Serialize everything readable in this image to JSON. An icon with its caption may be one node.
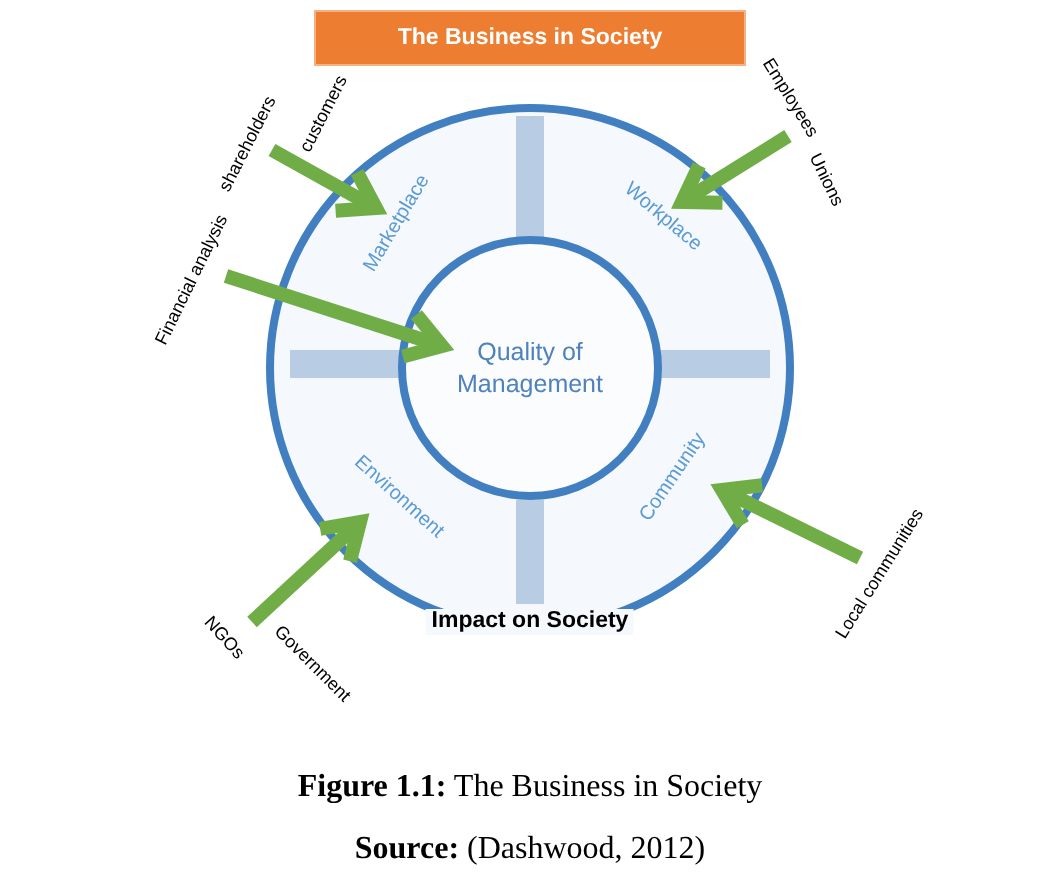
{
  "diagram": {
    "caption": "**Figure 1.1:** The Business in Society",
    "nodes": [
      {
        "text": [
          "The Business in Society"
        ]
      },
      {
        "text": [
          "customers"
        ]
      },
      {
        "text": [
          "shareholders"
        ]
      },
      {
        "text": [
          "Financial analysis"
        ]
      },
      {
        "text": [
          "Employees"
        ]
      },
      {
        "text": [
          "Unions"
        ]
      },
      {
        "text": [
          "Impact on Society"
        ]
      },
      {
        "text": [
          "Marketplace"
        ],
        "in": 6
      },
      {
        "text": [
          "Workplace"
        ],
        "in": 6
      },
      {
        "text": [
          "Quality of Management"
        ],
        "in": 6
      },
      {
        "text": [
          "Environment"
        ],
        "in": 6
      },
      {
        "text": [
          "Community"
        ],
        "in": 6
      },
      {
        "text": [
          "NGOs"
        ]
      },
      {
        "text": [
          "Government"
        ]
      },
      {
        "text": [
          "Local communities"
        ]
      }
    ],
    "edges": [
      {
        "from": 1,
        "to": 7,
        "arrow": "to"
      },
      {
        "from": 2,
        "to": 7,
        "arrow": "to"
      },
      {
        "from": 3,
        "to": 9,
        "arrow": "to"
      },
      {
        "from": 4,
        "to": 8,
        "arrow": "to"
      },
      {
        "from": 5,
        "to": 8,
        "arrow": "to"
      },
      {
        "from": 12,
        "to": 10,
        "arrow": "to"
      },
      {
        "from": 13,
        "to": 10,
        "arrow": "to"
      },
      {
        "from": 14,
        "to": 11,
        "arrow": "to"
      }
    ],
    "labels": [
      "**Source:** (Dashwood, 2012)"
    ]
  }
}
